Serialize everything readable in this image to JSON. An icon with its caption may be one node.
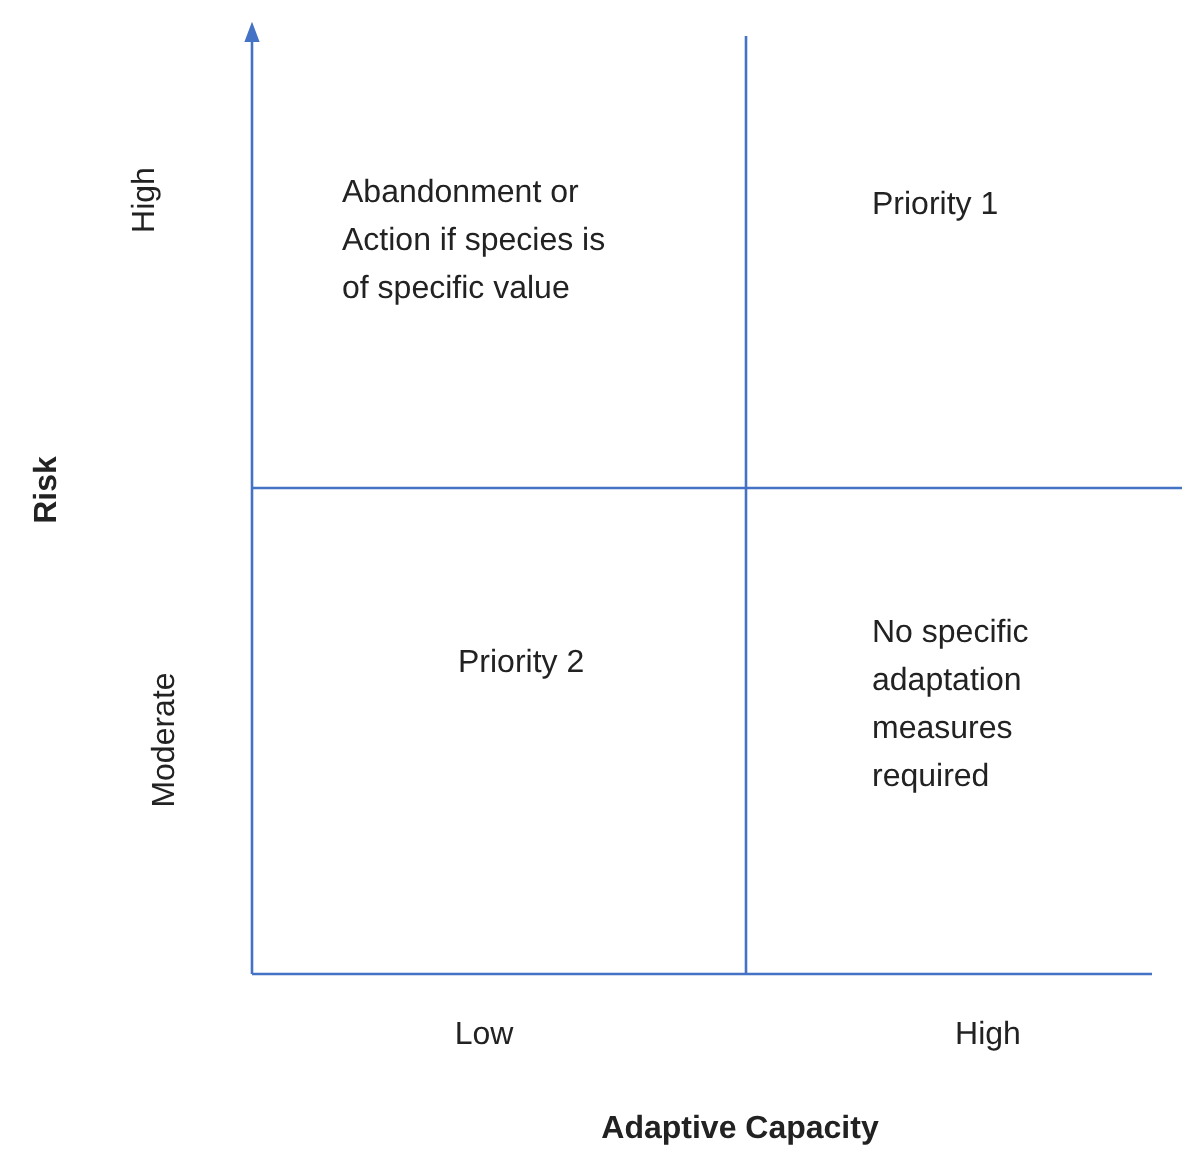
{
  "diagram": {
    "nodes": [
      {
        "text": [
          "Abandonment or Action if species is of specific value"
        ]
      },
      {
        "text": [
          "Priority 1"
        ]
      },
      {
        "text": [
          "Priority 2"
        ]
      },
      {
        "text": [
          "No specific adaptation measures required"
        ]
      }
    ],
    "labels": [
      "High",
      "Risk",
      "Moderate",
      "Low",
      "High",
      "Adaptive Capacity"
    ]
  }
}
